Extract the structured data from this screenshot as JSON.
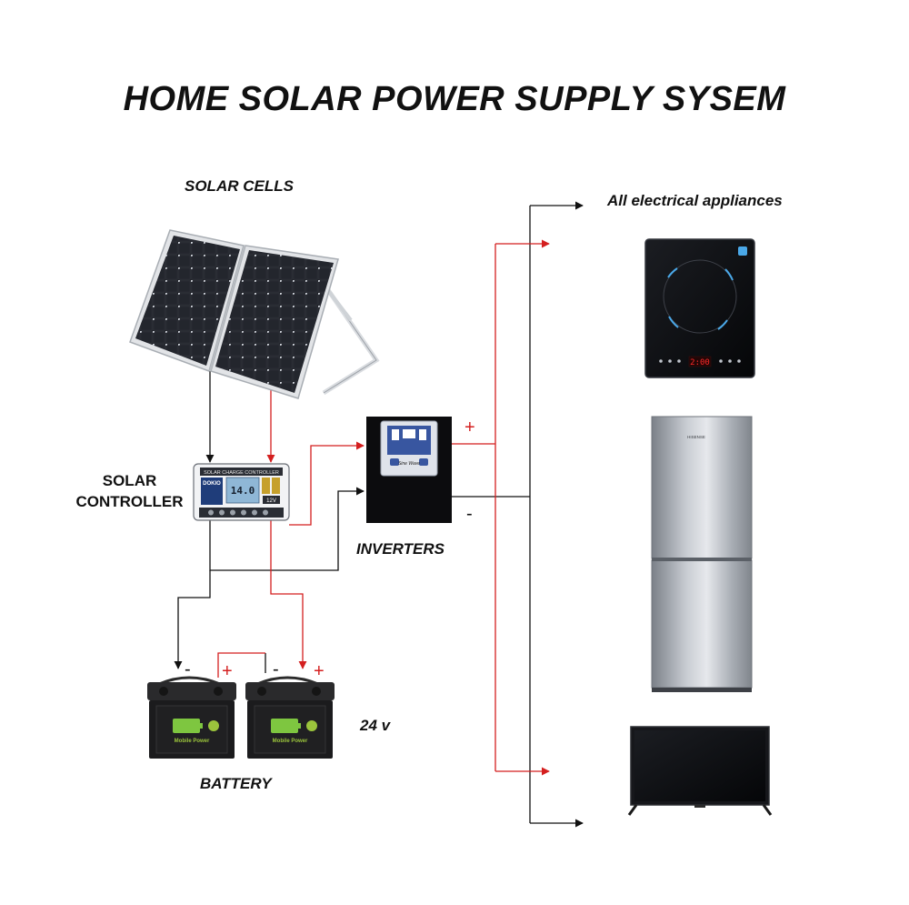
{
  "title": "HOME SOLAR POWER SUPPLY SYSEM",
  "labels": {
    "solar_cells": "SOLAR CELLS",
    "appliances": "All electrical appliances",
    "controller_line1": "SOLAR",
    "controller_line2": "CONTROLLER",
    "inverters": "INVERTERS",
    "voltage": "24 v",
    "battery": "BATTERY"
  },
  "signs": {
    "plus": "+",
    "minus": "-"
  },
  "device_text": {
    "controller_header": "SOLAR CHARGE CONTROLLER",
    "controller_brand": "DOKIO",
    "controller_display": "14.0",
    "controller_volt": "12V",
    "inverter_badge": "Sine Wave",
    "battery_label": "Mobile Power",
    "cooktop_display": "2:00",
    "fridge_brand": "HISENSE"
  },
  "colors": {
    "positive_wire": "#d41f1f",
    "negative_wire": "#111111",
    "text": "#111111"
  }
}
